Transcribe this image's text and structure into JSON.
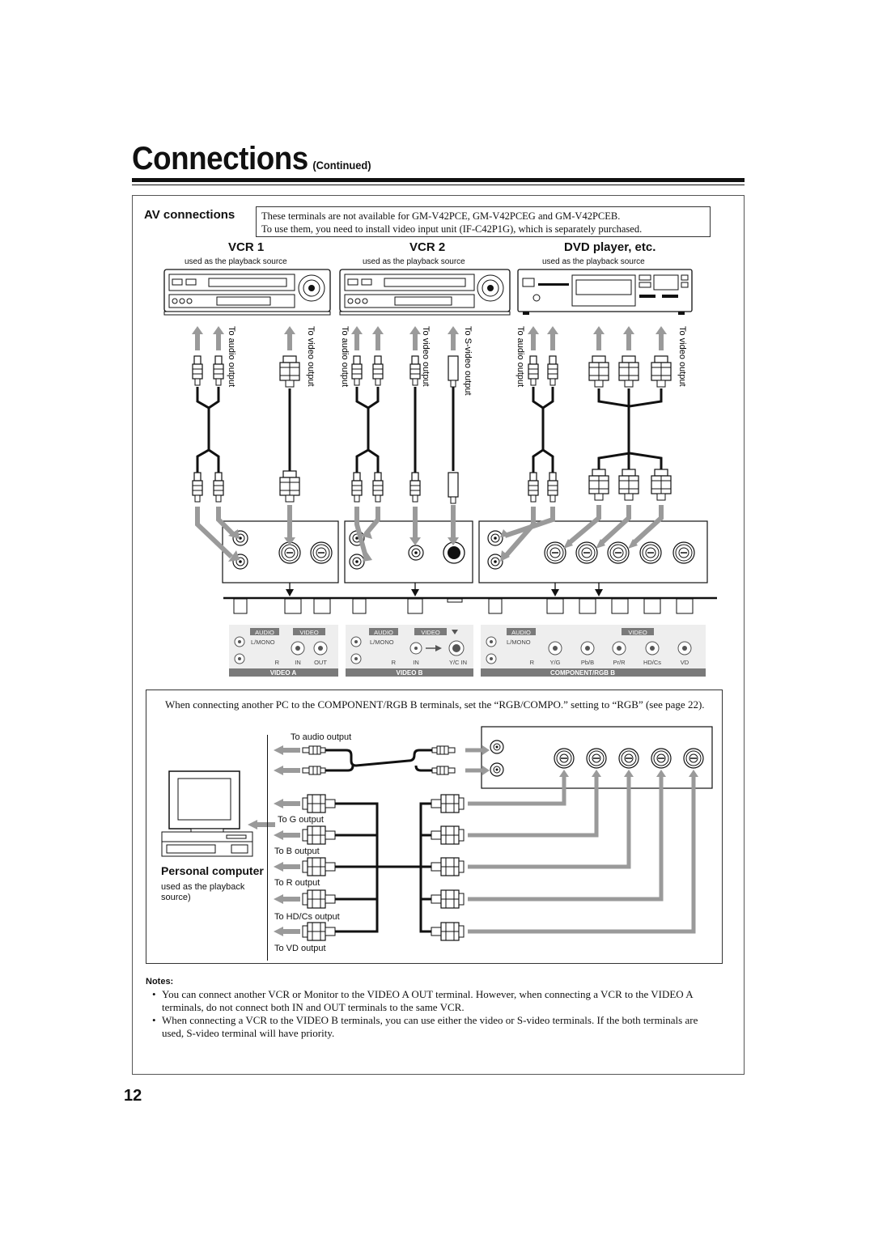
{
  "header": {
    "title": "Connections",
    "continued": "(Continued)"
  },
  "section": {
    "title": "AV connections",
    "note_line1": "These terminals are not available for GM-V42PCE, GM-V42PCEG and GM-V42PCEB.",
    "note_line2": "To use them, you need to install video input unit (IF-C42P1G), which is separately purchased."
  },
  "devices": [
    {
      "name": "VCR 1",
      "sub": "used as the playback source"
    },
    {
      "name": "VCR 2",
      "sub": "used as the playback source"
    },
    {
      "name": "DVD player, etc.",
      "sub": "used as the playback source"
    }
  ],
  "cable_labels": {
    "audio": "To audio output",
    "video": "To video output",
    "svideo": "To S-video output"
  },
  "panel": {
    "audio": "AUDIO",
    "video": "VIDEO",
    "lmono": "L/MONO",
    "r": "R",
    "in": "IN",
    "out": "OUT",
    "ycin": "Y/C IN",
    "yg": "Y/G",
    "pbb": "Pb/B",
    "prr": "Pr/R",
    "hdcs": "HD/Cs",
    "vd": "VD",
    "video_a": "VIDEO A",
    "video_b": "VIDEO B",
    "component": "COMPONENT/RGB B"
  },
  "pc_section": {
    "note": "When connecting another PC to the COMPONENT/RGB B terminals, set the “RGB/COMPO.” setting to “RGB” (see page 22).",
    "pc_title": "Personal computer",
    "pc_sub_1": "used as the playback",
    "pc_sub_2": "source)",
    "labels": {
      "audio": "To audio output",
      "g": "To G output",
      "b": "To B output",
      "r": "To R output",
      "hdcs": "To HD/Cs output",
      "vd": "To  VD output"
    }
  },
  "notes": {
    "heading": "Notes:",
    "bullet": "•",
    "items": [
      "You can connect another VCR or Monitor to the VIDEO A OUT terminal. However, when connecting a VCR to the VIDEO A terminals, do not connect both IN and OUT terminals to the same VCR.",
      "When connecting a VCR to the VIDEO B terminals, you can use either the video or S-video terminals. If the both terminals are used, S-video terminal will have priority."
    ]
  },
  "page_number": "12"
}
